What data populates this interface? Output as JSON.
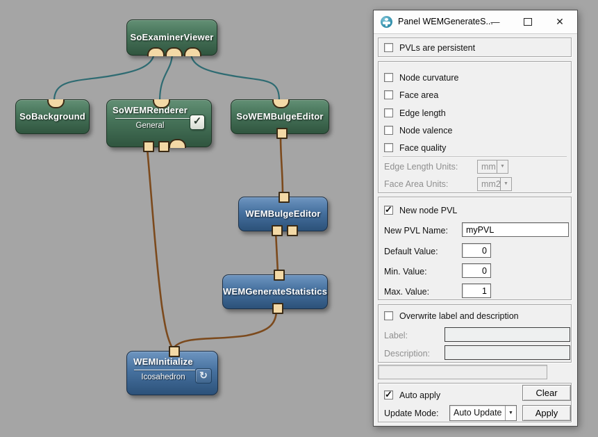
{
  "icons": {
    "check": "✓",
    "reload": "↻",
    "dropdown_arrow": "▼",
    "minimize": "—",
    "close": "✕"
  },
  "colors": {
    "canvas_bg": "#a5a5a5",
    "node_green": "#47745a",
    "node_blue": "#46719f",
    "connector_fill": "#f3d9a6",
    "edge_teal": "#2e6b72",
    "edge_brown": "#7c4a1d"
  },
  "graph": {
    "nodes": [
      {
        "label": "SoExaminerViewer"
      },
      {
        "label": "SoBackground"
      },
      {
        "label": "SoWEMRenderer",
        "sublabel": "General"
      },
      {
        "label": "SoWEMBulgeEditor"
      },
      {
        "label": "WEMBulgeEditor"
      },
      {
        "label": "WEMGenerateStatistics"
      },
      {
        "label": "WEMInitialize",
        "sublabel": "Icosahedron"
      }
    ]
  },
  "panel": {
    "title": "Panel WEMGenerateS...",
    "persistent": {
      "label": "PVLs are persistent",
      "checked": false
    },
    "stats": {
      "checkboxes": [
        {
          "label": "Node curvature",
          "checked": false
        },
        {
          "label": "Face area",
          "checked": false
        },
        {
          "label": "Edge length",
          "checked": false
        },
        {
          "label": "Node valence",
          "checked": false
        },
        {
          "label": "Face quality",
          "checked": false
        }
      ],
      "edge_length_units": {
        "label": "Edge Length Units:",
        "value": "mm",
        "enabled": false
      },
      "face_area_units": {
        "label": "Face Area Units:",
        "value": "mm2",
        "enabled": false
      }
    },
    "new_pvl": {
      "checkbox": {
        "label": "New node PVL",
        "checked": true
      },
      "name": {
        "label": "New PVL Name:",
        "value": "myPVL"
      },
      "default_value": {
        "label": "Default Value:",
        "value": "0"
      },
      "min_value": {
        "label": "Min. Value:",
        "value": "0"
      },
      "max_value": {
        "label": "Max. Value:",
        "value": "1"
      }
    },
    "overwrite": {
      "checkbox": {
        "label": "Overwrite label and description",
        "checked": false
      },
      "label_field": {
        "label": "Label:",
        "value": ""
      },
      "description_field": {
        "label": "Description:",
        "value": ""
      }
    },
    "status_value": "",
    "footer": {
      "auto_apply": {
        "label": "Auto apply",
        "checked": true
      },
      "clear_button": "Clear",
      "update_mode": {
        "label": "Update Mode:",
        "value": "Auto Update"
      },
      "apply_button": "Apply"
    }
  }
}
